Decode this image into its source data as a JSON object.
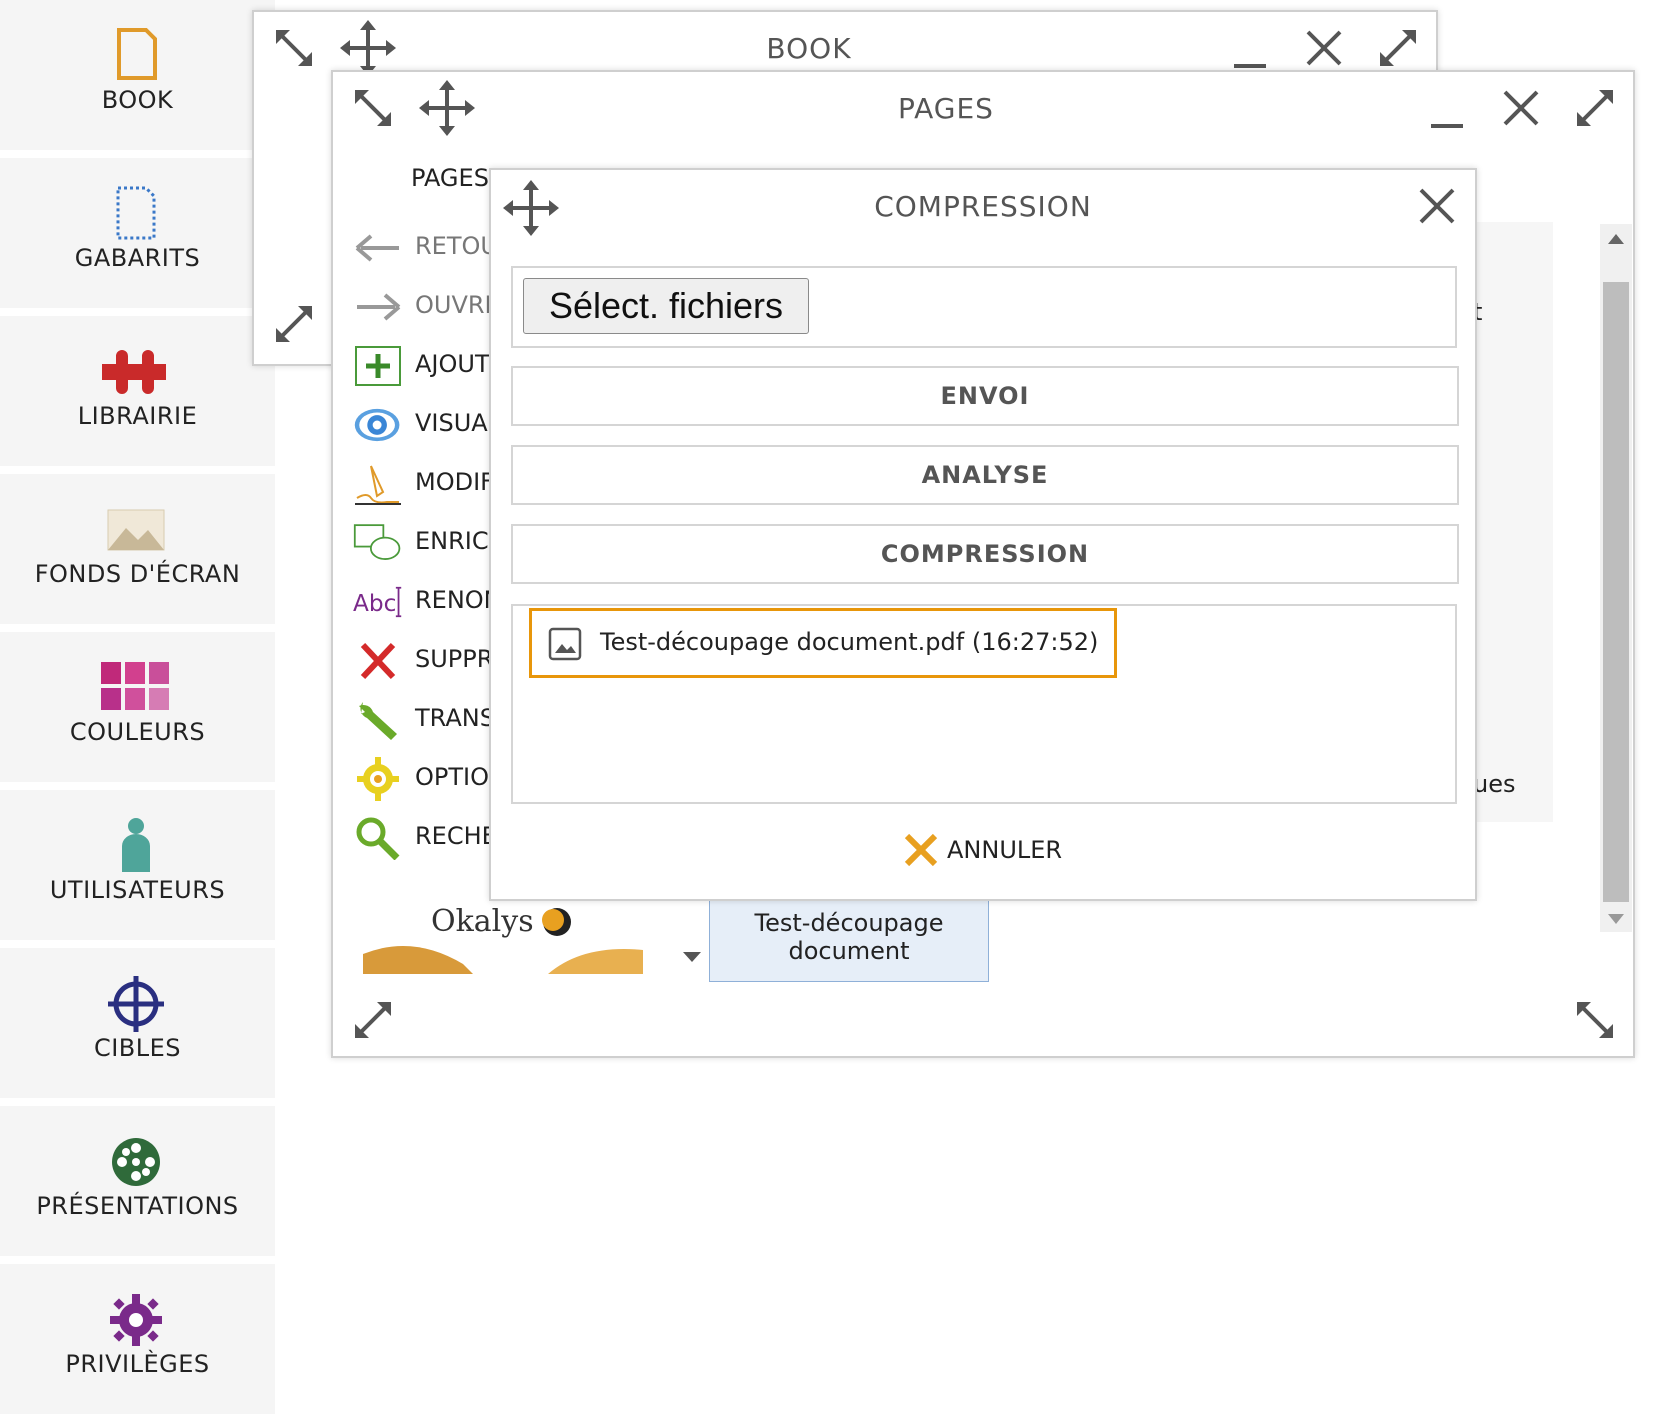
{
  "sidebar": {
    "items": [
      {
        "label": "BOOK",
        "icon": "book-page-icon"
      },
      {
        "label": "GABARITS",
        "icon": "dotted-page-icon"
      },
      {
        "label": "LIBRAIRIE",
        "icon": "puzzle-icon"
      },
      {
        "label": "FONDS D'ÉCRAN",
        "icon": "landscape-image-icon"
      },
      {
        "label": "COULEURS",
        "icon": "color-grid-icon"
      },
      {
        "label": "UTILISATEURS",
        "icon": "user-icon"
      },
      {
        "label": "CIBLES",
        "icon": "target-icon"
      },
      {
        "label": "PRÉSENTATIONS",
        "icon": "film-reel-icon"
      },
      {
        "label": "PRIVILÈGES",
        "icon": "gear-icon"
      }
    ]
  },
  "book_window": {
    "title": "BOOK"
  },
  "pages_window": {
    "title": "PAGES",
    "header": "PAGES",
    "menu": [
      {
        "label": "RETOU",
        "icon": "arrow-left-icon"
      },
      {
        "label": "OUVRI",
        "icon": "arrow-right-icon"
      },
      {
        "label": "AJOUT",
        "icon": "add-icon"
      },
      {
        "label": "VISUA",
        "icon": "eye-icon"
      },
      {
        "label": "MODIF",
        "icon": "pencil-icon"
      },
      {
        "label": "ENRIC",
        "icon": "shapes-icon"
      },
      {
        "label": "RENON",
        "icon": "text-cursor-icon"
      },
      {
        "label": "SUPPR",
        "icon": "delete-icon"
      },
      {
        "label": "TRANS",
        "icon": "wrench-icon"
      },
      {
        "label": "OPTIO",
        "icon": "settings-icon"
      },
      {
        "label": "RECHE",
        "icon": "search-icon"
      }
    ],
    "right_fragments": [
      "t",
      "ues"
    ],
    "logo_text": "Okalys",
    "thumbnail_label_line1": "Test-découpage",
    "thumbnail_label_line2": "document"
  },
  "compression_dialog": {
    "title": "COMPRESSION",
    "select_files_label": "Sélect. fichiers",
    "buttons": {
      "send": "ENVOI",
      "analyse": "ANALYSE",
      "compress": "COMPRESSION"
    },
    "files": [
      {
        "name": "Test-découpage document.pdf (16:27:52)"
      }
    ],
    "cancel_label": "ANNULER"
  },
  "colors": {
    "orange": "#e8a020",
    "sidebar_bg": "#f5f5f5",
    "highlight_border": "#e8960a",
    "thumb_bg": "#e6eef8"
  }
}
